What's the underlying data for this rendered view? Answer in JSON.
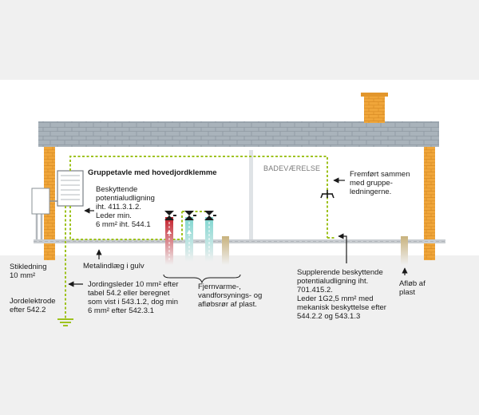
{
  "diagram": {
    "title_panel": "Gruppetavle med hovedjordklemme",
    "room_label": "BADEVÆRELSE",
    "annotations": {
      "equipotential": [
        "Beskyttende",
        "potentialudligning",
        "iht. 411.3.1.2.",
        "Leder min.",
        "6 mm² iht. 544.1"
      ],
      "metal_floor": "Metalindlæg i gulv",
      "earth_conductor": [
        "Jordingsleder 10 mm² efter",
        "tabel 54.2 eller beregnet",
        "som vist i 543.1.2, dog min",
        "6 mm² efter 542.3.1"
      ],
      "pipes": [
        "Fjernvarme-,",
        "vandforsynings- og",
        "afløbsrør af plast."
      ],
      "routed_with": [
        "Fremført sammen",
        "med gruppe-",
        "ledningerne."
      ],
      "supplementary": [
        "Supplerende beskyttende",
        "potentialudligning iht.",
        "701.415.2.",
        "Leder 1G2,5 mm² med",
        "mekanisk beskyttelse efter",
        "544.2.2 og 543.1.3"
      ],
      "drain": [
        "Afløb af",
        "plast"
      ],
      "service_line": [
        "Stikledning",
        "10 mm²"
      ],
      "earth_electrode": [
        "Jordelektrode",
        "efter 542.2"
      ]
    },
    "colors": {
      "background": "#f0f0f0",
      "band": "#ffffff",
      "roof": "#a9b3bb",
      "roof_tile": "#8e99a2",
      "wall": "#f0a63a",
      "floor": "#c9cdd1",
      "conductor": "#9ec21e",
      "hot_pipe": "#c41e2a",
      "water_pipe": "#7ed6d0",
      "drain_pipe": "#c8b27d",
      "text": "#1a1a1a"
    },
    "icons": [
      "valve-icon",
      "earth-electrode-icon",
      "arrow-icon"
    ]
  }
}
